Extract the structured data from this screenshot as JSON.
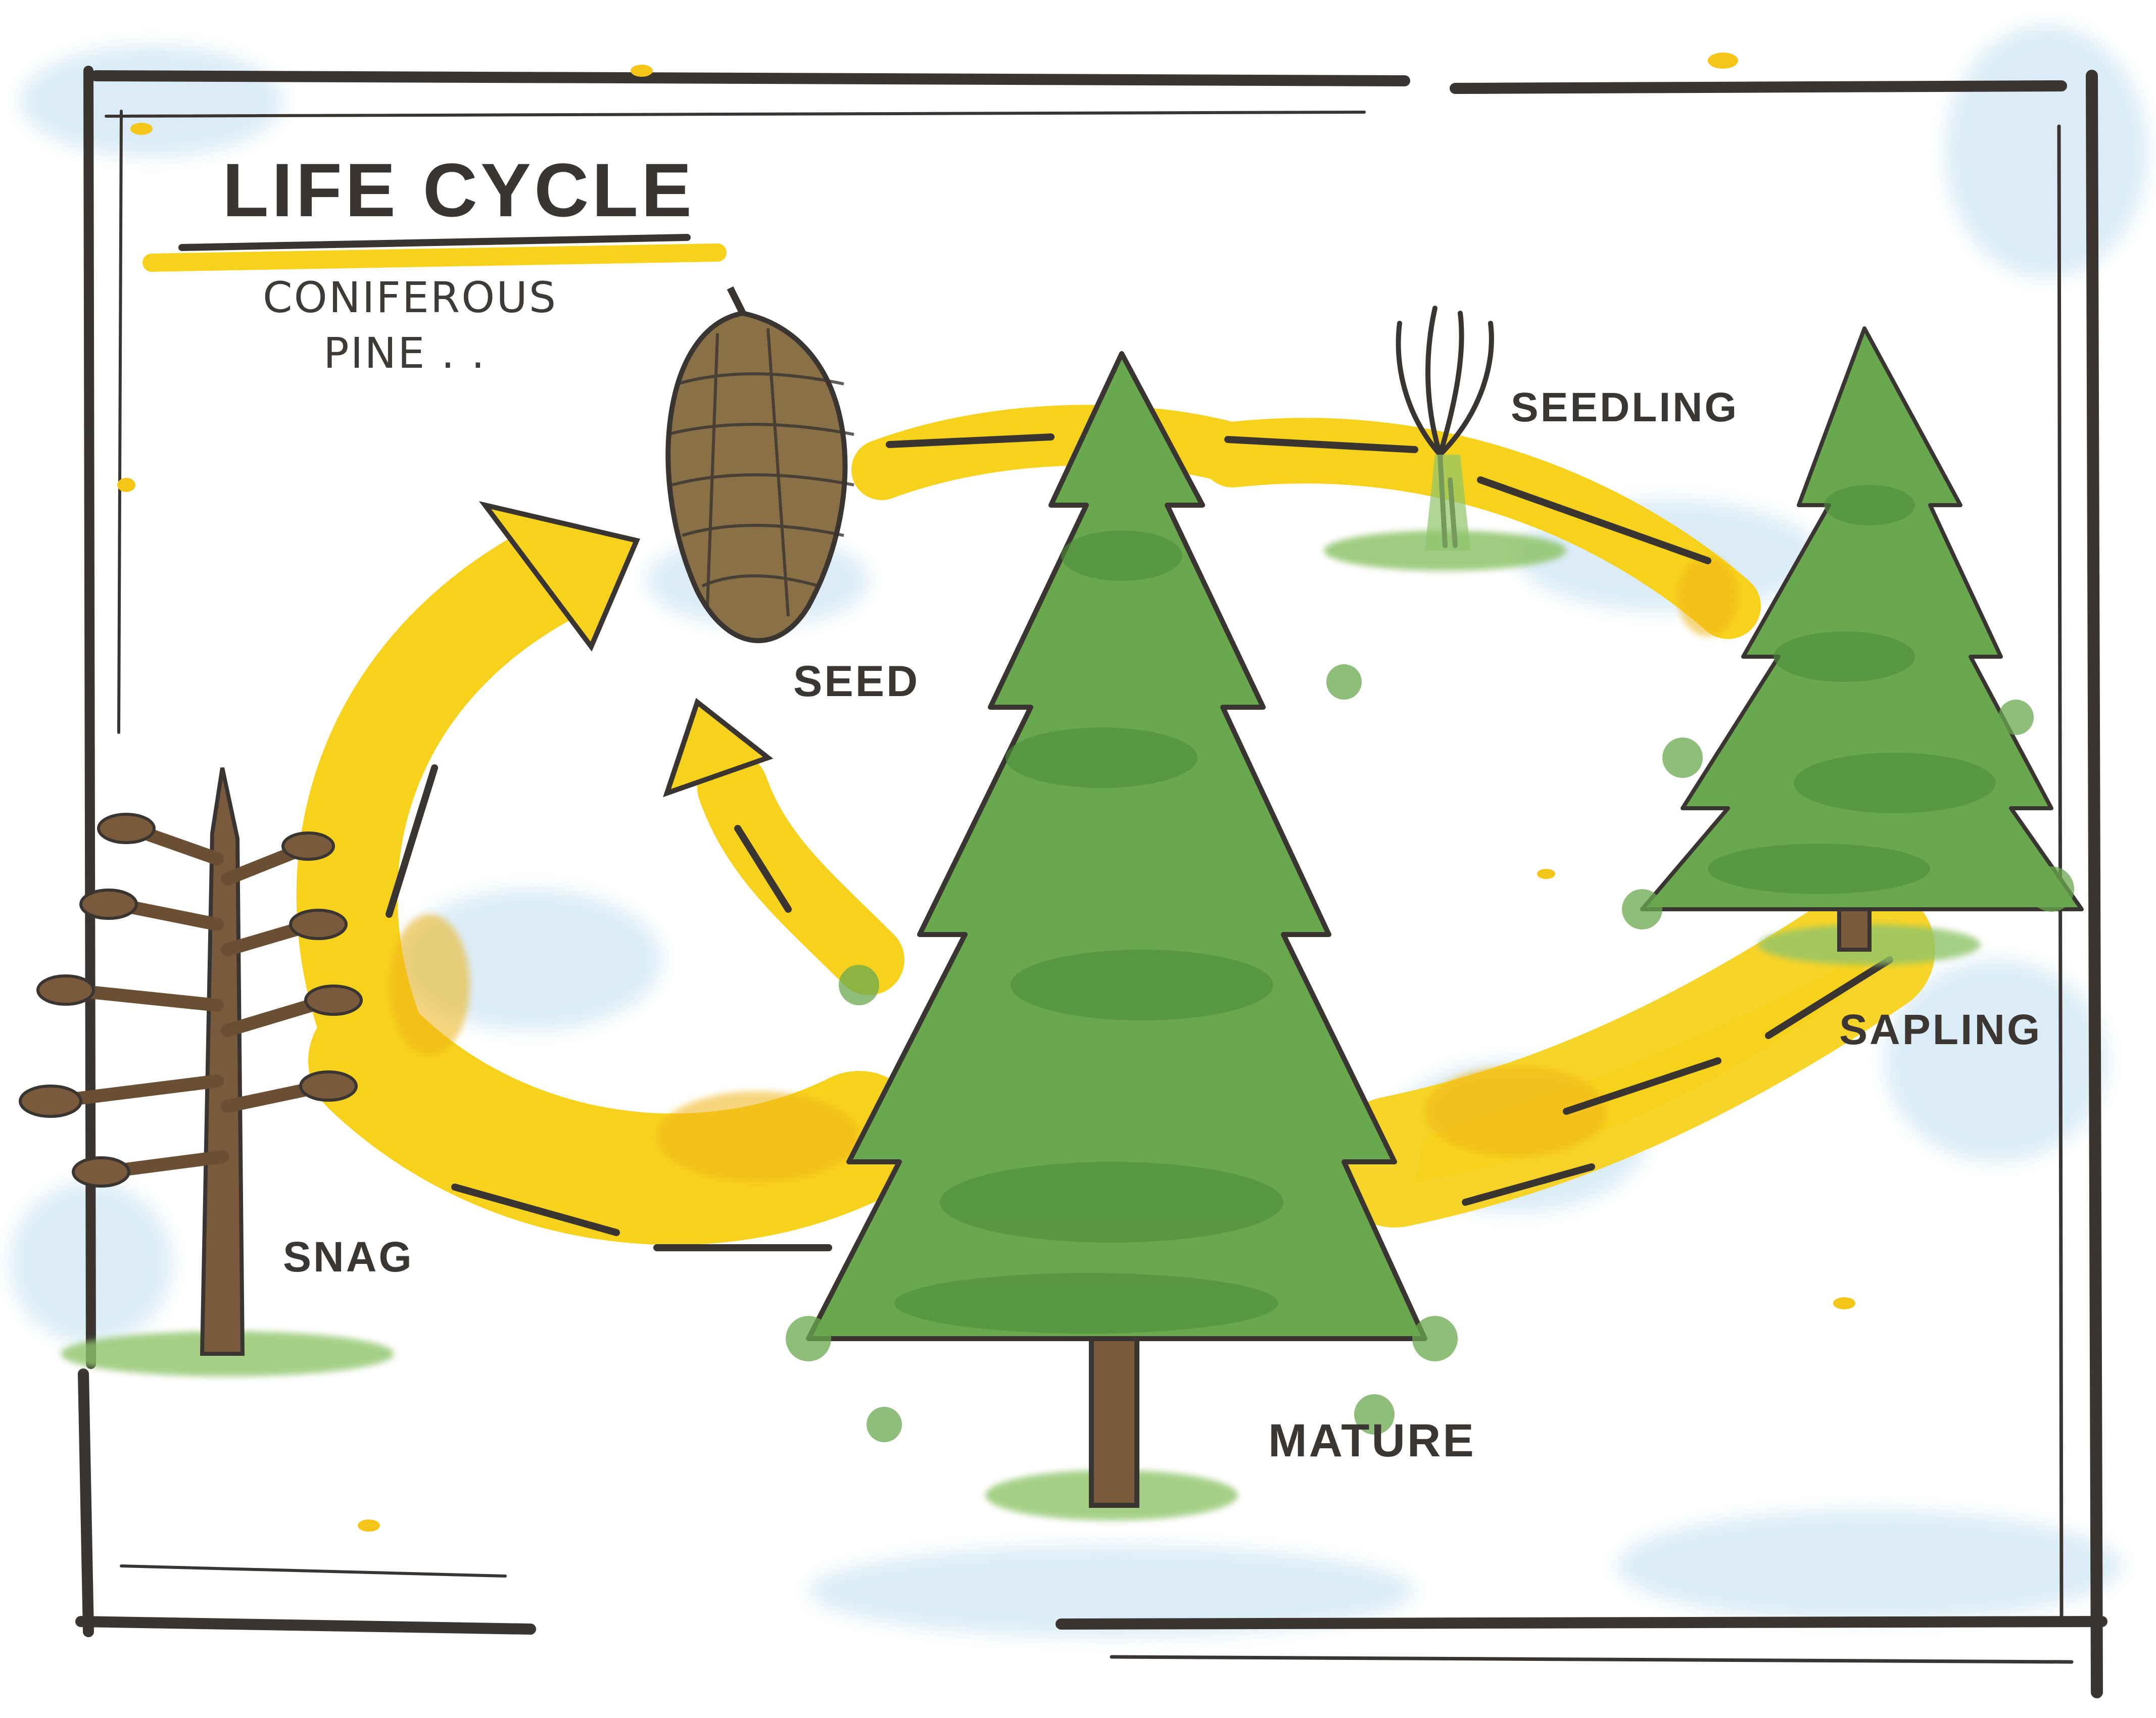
{
  "diagram": {
    "title": "LIFE CYCLE",
    "subtitle_line1": "CONIFEROUS",
    "subtitle_line2": "PINE . .",
    "stages": {
      "seed": "SEED",
      "seedling": "SEEDLING",
      "sapling": "SAPLING",
      "mature": "MATURE",
      "snag": "SNAG"
    },
    "colors": {
      "arrow": "#f7d21c",
      "foliage": "#6aa84f",
      "foliage_dark": "#4f8d3c",
      "trunk": "#7a5a3c",
      "cone": "#8a7046",
      "ink": "#3a3531",
      "sky_wash": "#cfe6f3",
      "ground": "#8fc46b"
    }
  }
}
